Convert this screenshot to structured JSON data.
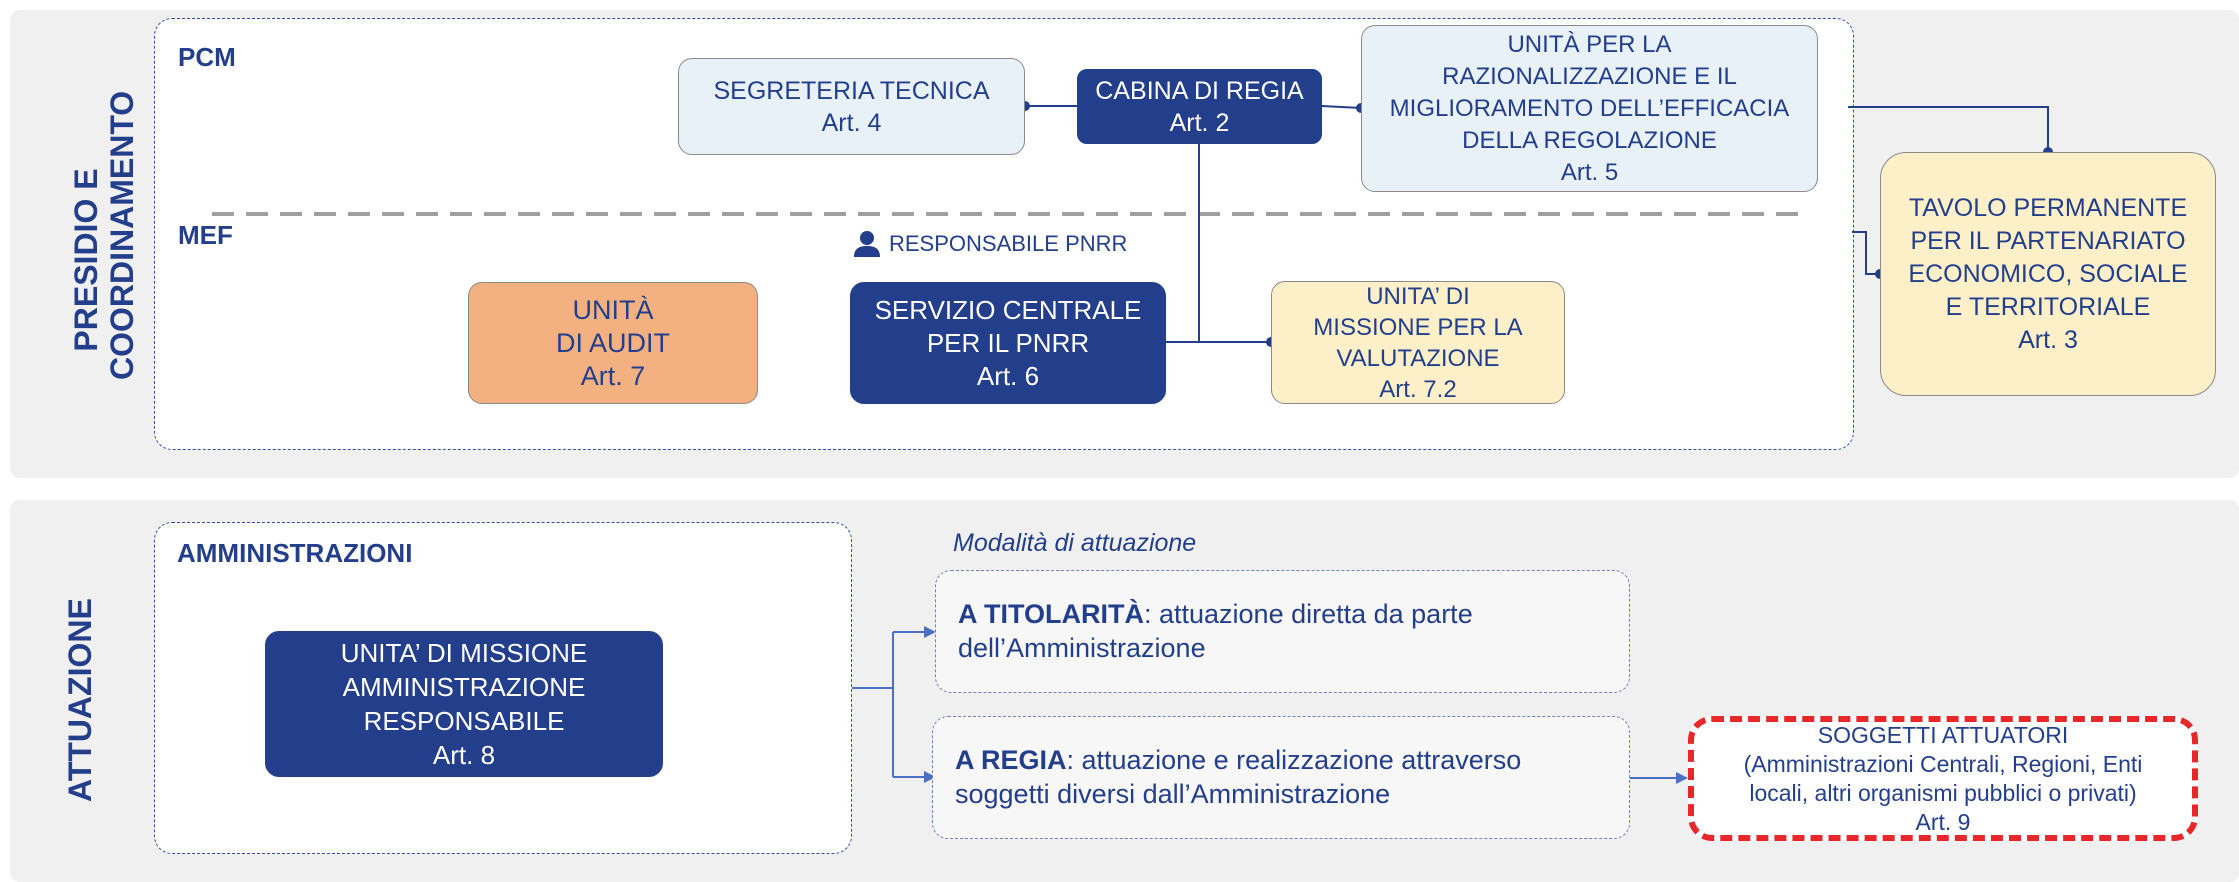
{
  "bands": {
    "top_label": "PRESIDIO E\nCOORDINAMENTO",
    "bottom_label": "ATTUAZIONE"
  },
  "pcm": {
    "title": "PCM",
    "segreteria": "SEGRETERIA TECNICA\nArt. 4",
    "cabina": "CABINA DI REGIA\nArt. 2",
    "unita_regolazione": "UNITÀ PER LA\nRAZIONALIZZAZIONE E IL\nMIGLIORAMENTO DELL’EFFICACIA\nDELLA REGOLAZIONE\nArt. 5"
  },
  "mef": {
    "title": "MEF",
    "responsabile": "RESPONSABILE PNRR",
    "audit": "UNITÀ\nDI AUDIT\nArt. 7",
    "servizio": "SERVIZIO CENTRALE\nPER IL PNRR\nArt. 6",
    "valutazione": "UNITA’ DI\nMISSIONE PER LA\nVALUTAZIONE\nArt. 7.2"
  },
  "tavolo": "TAVOLO PERMANENTE\nPER IL PARTENARIATO\nECONOMICO, SOCIALE\nE TERRITORIALE\nArt. 3",
  "attuazione": {
    "amministrazioni_title": "AMMINISTRAZIONI",
    "unita_missione": "UNITA’ DI MISSIONE\nAMMINISTRAZIONE\nRESPONSABILE\nArt. 8",
    "modalita_label": "Modalità di attuazione",
    "titolarita_bold": "A TITOLARITÀ",
    "titolarita_text": ": attuazione diretta da parte dell’Amministrazione",
    "regia_bold": "A REGIA",
    "regia_text": ": attuazione e realizzazione attraverso soggetti diversi dall’Amministrazione",
    "soggetti": "SOGGETTI ATTUATORI\n(Amministrazioni Centrali, Regioni, Enti\nlocali, altri organismi pubblici o privati)\nArt. 9"
  },
  "colors": {
    "navy": "#233e8b",
    "light_blue": "#e8f0f8",
    "yellow": "#fdf0c8",
    "orange": "#f3b181",
    "red": "#e8272a"
  }
}
